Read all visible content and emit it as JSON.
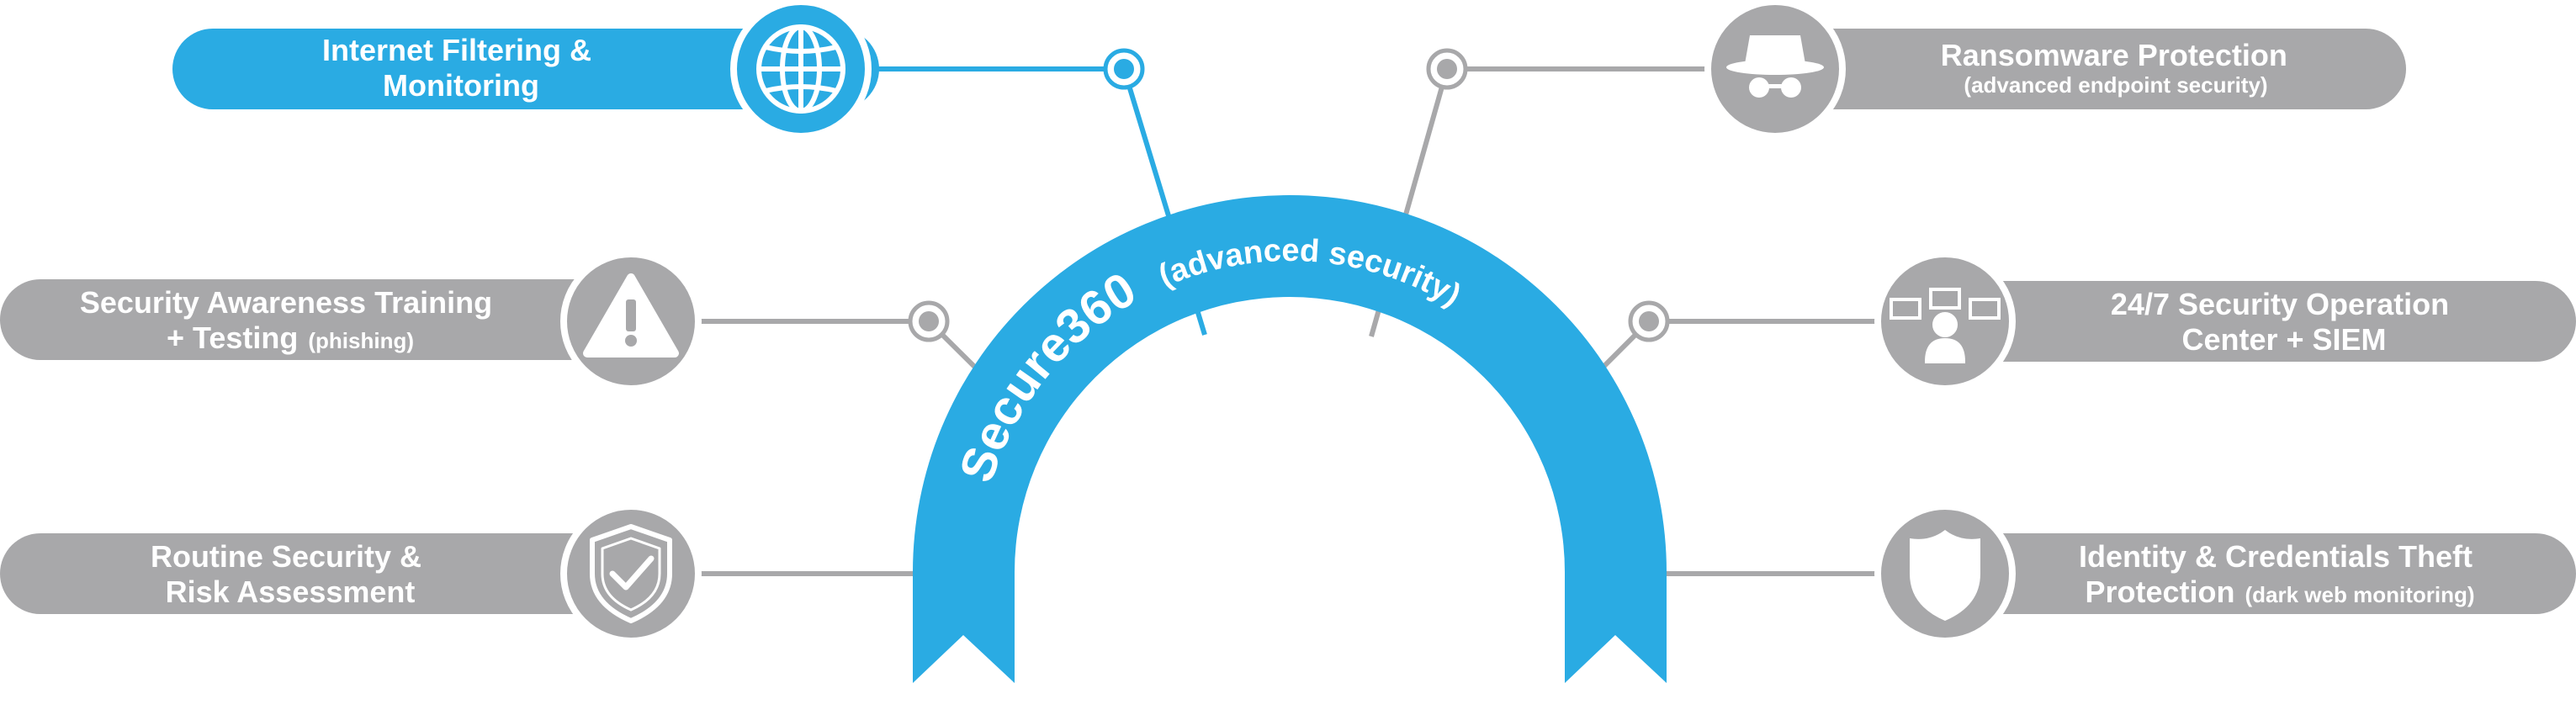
{
  "colors": {
    "accent": "#2aabe3",
    "gray": "#a8a8aa",
    "white": "#ffffff"
  },
  "center": {
    "title": "Secure360",
    "subtitle": "(advanced security)"
  },
  "items": [
    {
      "id": "internet-filtering",
      "icon": "globe-icon",
      "highlight": true,
      "line1": "Internet Filtering &",
      "line2": "Monitoring",
      "line2_small": ""
    },
    {
      "id": "security-awareness",
      "icon": "warning-icon",
      "highlight": false,
      "line1": "Security Awareness Training",
      "line2": "+ Testing",
      "line2_small": "(phishing)"
    },
    {
      "id": "risk-assessment",
      "icon": "shield-check-icon",
      "highlight": false,
      "line1": "Routine Security &",
      "line2": "Risk Assessment",
      "line2_small": ""
    },
    {
      "id": "ransomware",
      "icon": "spy-hat-icon",
      "highlight": false,
      "line1": "Ransomware Protection",
      "line2": "",
      "line2_small": "(advanced endpoint security)"
    },
    {
      "id": "soc-siem",
      "icon": "operator-monitors-icon",
      "highlight": false,
      "line1": "24/7 Security Operation",
      "line2": "Center + SIEM",
      "line2_small": ""
    },
    {
      "id": "identity-theft",
      "icon": "badge-shield-icon",
      "highlight": false,
      "line1": "Identity & Credentials Theft",
      "line2": "Protection",
      "line2_small": "(dark web monitoring)"
    }
  ]
}
